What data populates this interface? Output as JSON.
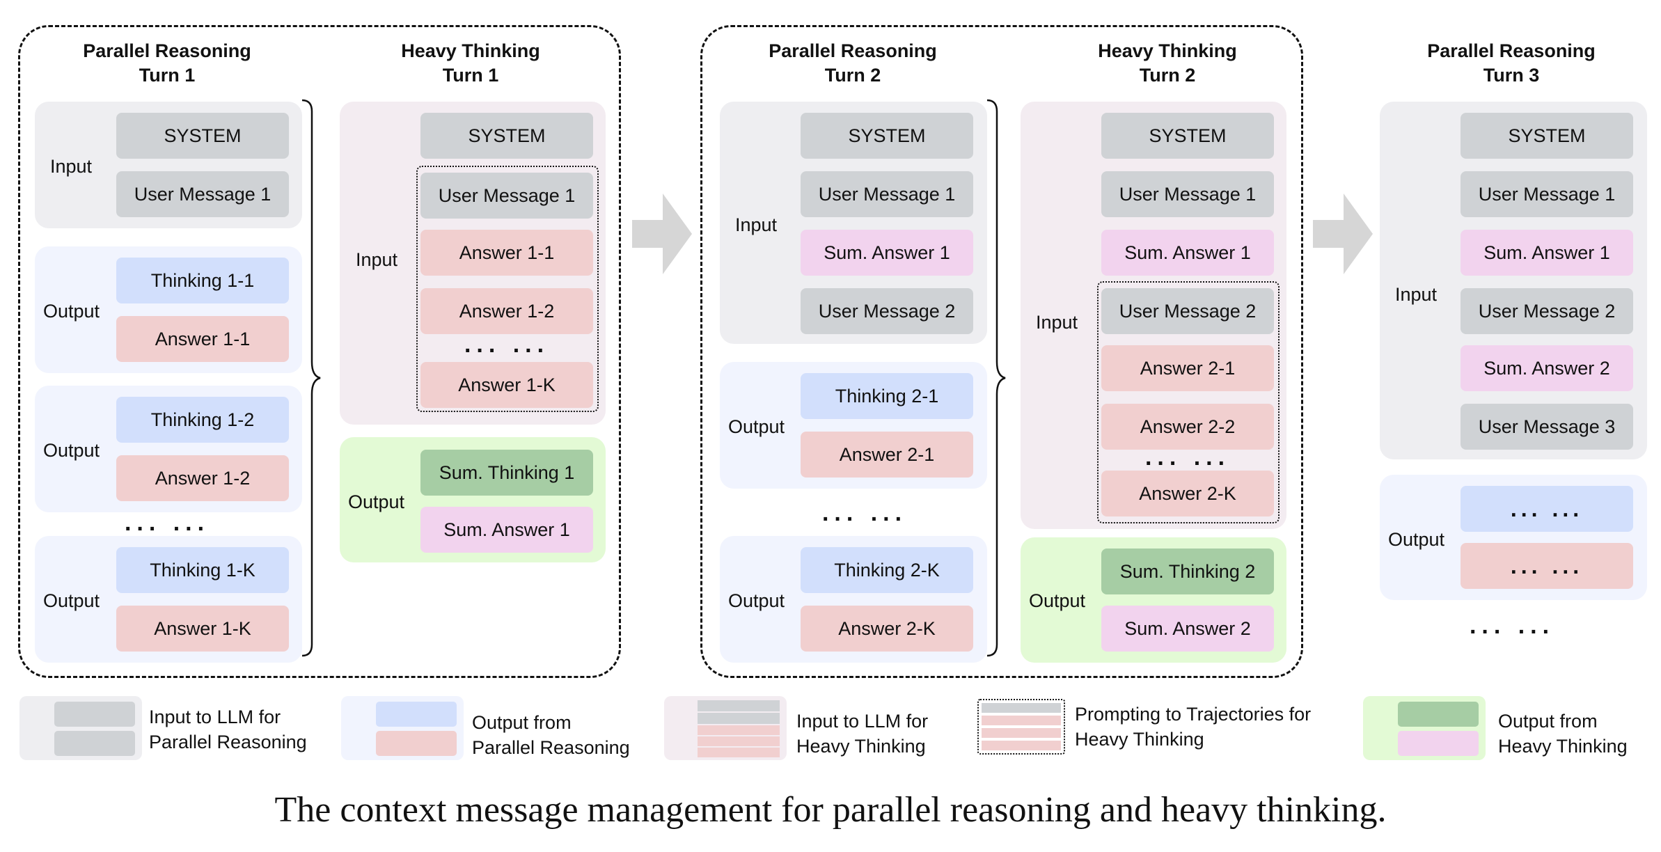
{
  "columns": {
    "pr1": [
      "Parallel Reasoning",
      "Turn 1"
    ],
    "ht1": [
      "Heavy Thinking",
      "Turn 1"
    ],
    "pr2": [
      "Parallel Reasoning",
      "Turn 2"
    ],
    "ht2": [
      "Heavy Thinking",
      "Turn 2"
    ],
    "pr3": [
      "Parallel Reasoning",
      "Turn 3"
    ]
  },
  "labels": {
    "input": "Input",
    "output": "Output"
  },
  "messages": {
    "system": "SYSTEM",
    "user1": "User Message 1",
    "user2": "User Message 2",
    "user3": "User Message 3",
    "thinking11": "Thinking 1-1",
    "thinking12": "Thinking 1-2",
    "thinking1k": "Thinking 1-K",
    "answer11": "Answer 1-1",
    "answer12": "Answer 1-2",
    "answer1k": "Answer 1-K",
    "thinking21": "Thinking 2-1",
    "thinking2k": "Thinking 2-K",
    "answer21": "Answer 2-1",
    "answer22": "Answer 2-2",
    "answer2k": "Answer 2-K",
    "sumthink1": "Sum. Thinking 1",
    "sumthink2": "Sum. Thinking 2",
    "sumans1": "Sum. Answer 1",
    "sumans2": "Sum. Answer 2",
    "dots": "... ..."
  },
  "legend": {
    "input_parallel": [
      "Input to LLM for",
      "Parallel Reasoning"
    ],
    "output_parallel": [
      "Output from",
      "Parallel Reasoning"
    ],
    "input_heavy": [
      "Input to LLM for",
      "Heavy Thinking"
    ],
    "prompting": [
      "Prompting to Trajectories for",
      "Heavy Thinking"
    ],
    "output_heavy": [
      "Output from",
      "Heavy Thinking"
    ]
  },
  "caption": "The context message management for parallel reasoning and heavy thinking.",
  "colors": {
    "system_user": "#CFD2D5",
    "answer": "#F1CFCF",
    "thinking": "#D2DFFC",
    "sum_answer": "#F2D3EE",
    "sum_thinking": "#A6CDA4",
    "panel_input_parallel": "#EEEEF1",
    "panel_output_parallel": "#F1F4FE",
    "panel_input_heavy": "#F3ECF1",
    "panel_output_heavy": "#E3FAD5",
    "arrow": "#D6D6D6"
  }
}
